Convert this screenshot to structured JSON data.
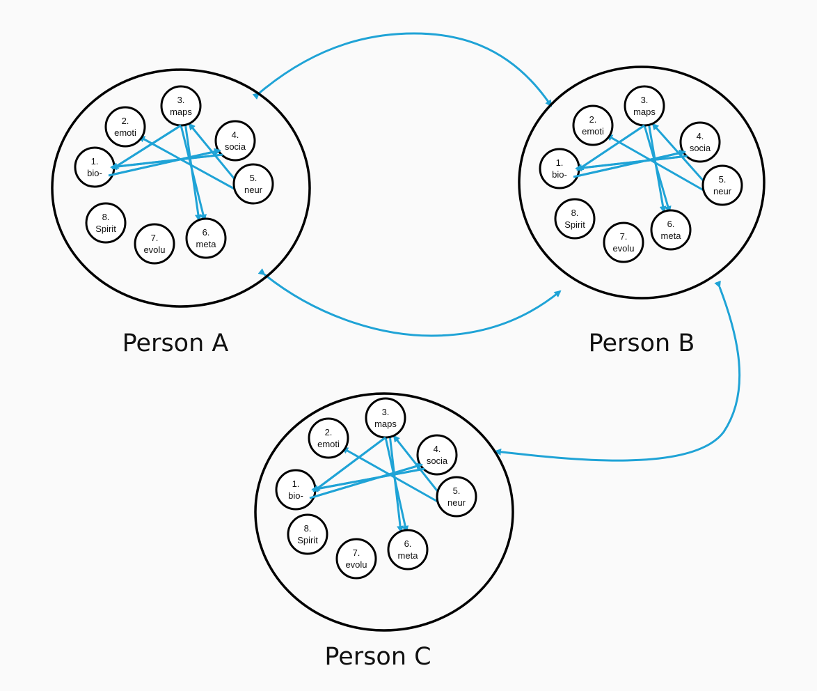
{
  "node_labels": [
    {
      "num": "1.",
      "text": "bio-"
    },
    {
      "num": "2.",
      "text": "emoti"
    },
    {
      "num": "3.",
      "text": "maps"
    },
    {
      "num": "4.",
      "text": "socia"
    },
    {
      "num": "5.",
      "text": "neur"
    },
    {
      "num": "6.",
      "text": "meta"
    },
    {
      "num": "7.",
      "text": "evolu"
    },
    {
      "num": "8.",
      "text": "Spirit"
    }
  ],
  "persons": [
    {
      "id": "A",
      "label": "Person A"
    },
    {
      "id": "B",
      "label": "Person B"
    },
    {
      "id": "C",
      "label": "Person C"
    }
  ],
  "connections": [
    {
      "from": "A",
      "to": "B",
      "arrows": "both"
    },
    {
      "from": "A",
      "to": "B",
      "arrows": "both"
    },
    {
      "from": "B",
      "to": "C",
      "arrows": "both"
    }
  ],
  "colors": {
    "arrow": "#1fa3d6",
    "outline": "#000000",
    "background": "#fafafa"
  }
}
